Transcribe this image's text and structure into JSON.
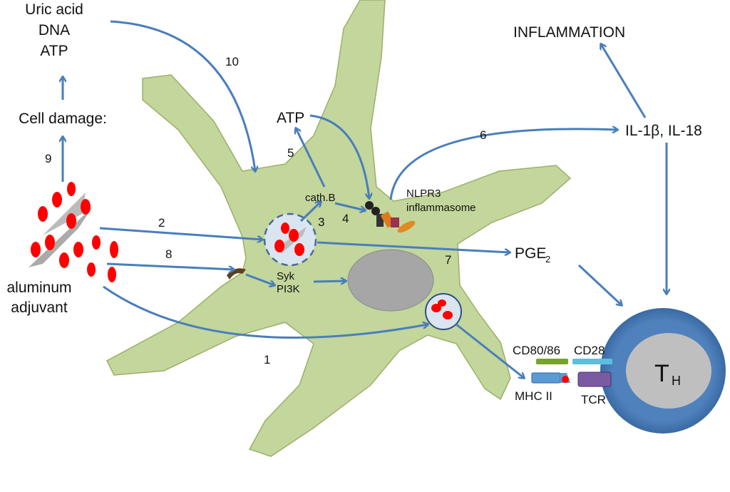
{
  "colors": {
    "cell": "#c3d69b",
    "cell_edge": "#9bb06a",
    "arrow": "#4a7ebb",
    "th_outer": "#4f81bd",
    "th_inner": "#bfbfbf",
    "nucleus": "#a6a6a6",
    "particle": "#ff0000"
  },
  "labels": {
    "danger_signals": [
      "Uric acid",
      "DNA",
      "ATP"
    ],
    "cell_damage": "Cell damage:",
    "adjuvant": [
      "aluminum",
      "adjuvant"
    ],
    "atp": "ATP",
    "cathepsin": "cath.B",
    "inflammasome": [
      "NLPR3",
      "inflammasome"
    ],
    "syk_pi3k": [
      "Syk",
      "PI3K"
    ],
    "inflammation": "INFLAMMATION",
    "cytokines": "IL-1β, IL-18",
    "pge": "PGE",
    "pge_sub": "2",
    "cd80": "CD80/86",
    "cd28": "CD28",
    "mhc": "MHC II",
    "tcr": "TCR",
    "th": "T",
    "th_sub": "H"
  },
  "steps": [
    "1",
    "2",
    "3",
    "4",
    "5",
    "6",
    "7",
    "8",
    "9",
    "10"
  ]
}
